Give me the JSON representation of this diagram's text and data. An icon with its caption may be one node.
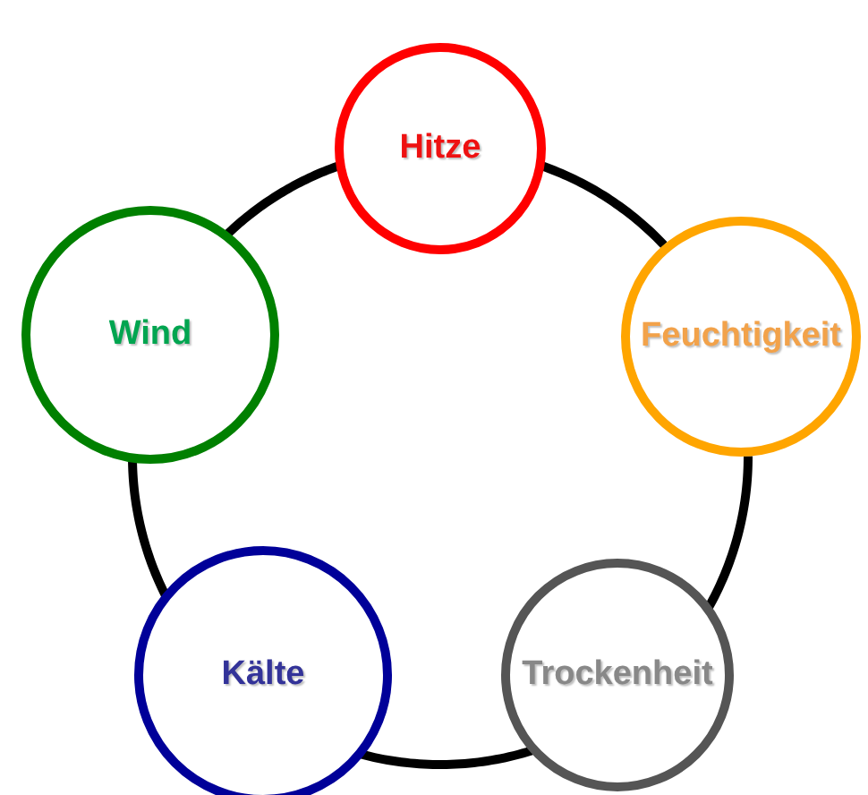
{
  "diagram": {
    "nodes": [
      {
        "text": [
          "Hitze"
        ]
      },
      {
        "text": [
          "Feuchtigkeit"
        ]
      },
      {
        "text": [
          "Trockenheit"
        ]
      },
      {
        "text": [
          "Kälte"
        ]
      },
      {
        "text": [
          "Wind"
        ]
      }
    ],
    "edges": [
      {
        "from": 0,
        "to": 1,
        "arrow": "none"
      },
      {
        "from": 1,
        "to": 2,
        "arrow": "none"
      },
      {
        "from": 2,
        "to": 3,
        "arrow": "none"
      },
      {
        "from": 3,
        "to": 4,
        "arrow": "none"
      },
      {
        "from": 4,
        "to": 0,
        "arrow": "none"
      }
    ]
  }
}
